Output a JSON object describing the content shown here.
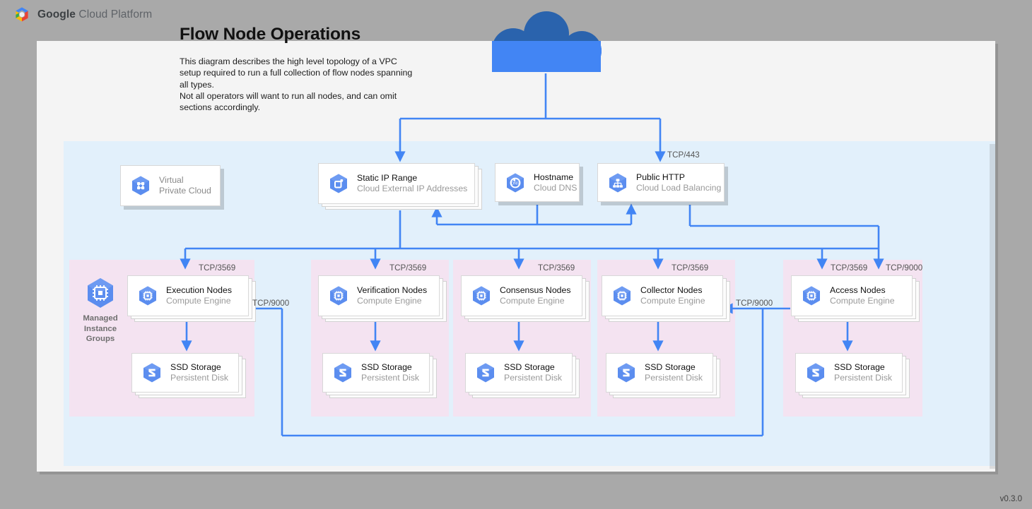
{
  "brand": {
    "google": "Google",
    "suffix": " Cloud Platform",
    "logo_icon": "google-cloud-hexagon-logo"
  },
  "header": {
    "title": "Flow Node Operations",
    "description": "This diagram describes the high level topology of a VPC setup required to run a full collection of flow nodes spanning all types.\nNot all operators will want to run all nodes, and can omit sections accordingly."
  },
  "colors": {
    "page_background": "#a9a9a9",
    "canvas": "#f4f4f4",
    "vpc_fill": "#e2f0fb",
    "group_fill": "#f4e3f1",
    "accent_blue": "#4285f4",
    "cloud_dark": "#2a63ad",
    "cloud_light": "#4285f4",
    "wire": "#4285f4",
    "label_gray": "#9a9a9a"
  },
  "cloud": {
    "icon": "internet-cloud-icon"
  },
  "vpc": {
    "label": "Virtual Private Cloud"
  },
  "top_nodes": [
    {
      "title": "Virtual",
      "title2": "Private Cloud",
      "subtitle": "",
      "icon": "virtual-private-cloud-icon",
      "muted": true,
      "stacked": false
    },
    {
      "title": "Static IP Range",
      "subtitle": "Cloud External IP Addresses",
      "icon": "static-ip-range-icon",
      "muted": false,
      "stacked": true
    },
    {
      "title": "Hostname",
      "subtitle": "Cloud DNS",
      "icon": "cloud-dns-icon",
      "muted": false,
      "stacked": false
    },
    {
      "title": "Public HTTP",
      "subtitle": "Cloud Load Balancing",
      "icon": "cloud-load-balancing-icon",
      "muted": false,
      "stacked": false
    }
  ],
  "mig": {
    "label": "Managed\nInstance\nGroups",
    "icon": "managed-instance-groups-icon"
  },
  "groups": [
    {
      "compute": {
        "title": "Execution Nodes",
        "subtitle": "Compute Engine",
        "icon": "compute-engine-icon"
      },
      "storage": {
        "title": "SSD Storage",
        "subtitle": "Persistent Disk",
        "icon": "persistent-disk-icon"
      },
      "ingress_port": "TCP/3569"
    },
    {
      "compute": {
        "title": "Verification Nodes",
        "subtitle": "Compute Engine",
        "icon": "compute-engine-icon"
      },
      "storage": {
        "title": "SSD Storage",
        "subtitle": "Persistent Disk",
        "icon": "persistent-disk-icon"
      },
      "ingress_port": "TCP/3569"
    },
    {
      "compute": {
        "title": "Consensus Nodes",
        "subtitle": "Compute Engine",
        "icon": "compute-engine-icon"
      },
      "storage": {
        "title": "SSD Storage",
        "subtitle": "Persistent Disk",
        "icon": "persistent-disk-icon"
      },
      "ingress_port": "TCP/3569"
    },
    {
      "compute": {
        "title": "Collector Nodes",
        "subtitle": "Compute Engine",
        "icon": "compute-engine-icon"
      },
      "storage": {
        "title": "SSD Storage",
        "subtitle": "Persistent Disk",
        "icon": "persistent-disk-icon"
      },
      "ingress_port": "TCP/3569"
    },
    {
      "compute": {
        "title": "Access Nodes",
        "subtitle": "Compute Engine",
        "icon": "compute-engine-icon"
      },
      "storage": {
        "title": "SSD Storage",
        "subtitle": "Persistent Disk",
        "icon": "persistent-disk-icon"
      },
      "ingress_port": "TCP/3569",
      "ingress_port2": "TCP/9000"
    }
  ],
  "port_labels": {
    "https": "TCP/443",
    "exec_in": "TCP/9000",
    "collector_in": "TCP/9000",
    "access_in": "TCP/9000"
  },
  "version": "v0.3.0"
}
